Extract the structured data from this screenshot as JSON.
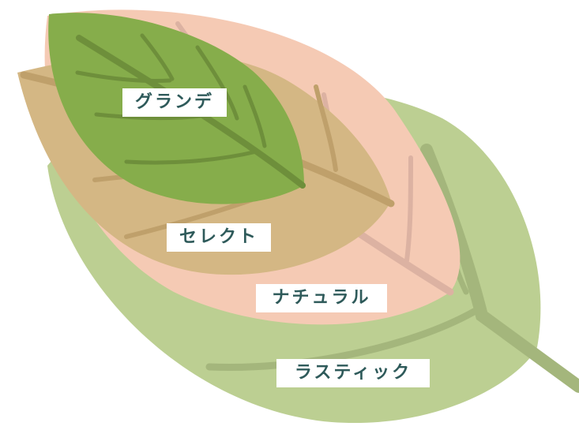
{
  "grades": [
    {
      "id": "grande",
      "label": "グランデ",
      "color": "#86ad4b",
      "vein": "#6e8f3b"
    },
    {
      "id": "select",
      "label": "セレクト",
      "color": "#d4b784",
      "vein": "#bfa06b"
    },
    {
      "id": "natural",
      "label": "ナチュラル",
      "color": "#f5cab4",
      "vein": "#dcb2a2"
    },
    {
      "id": "rustic",
      "label": "ラスティック",
      "color": "#bccf92",
      "vein": "#a4b67c"
    }
  ],
  "colors": {
    "background": "#ffffff",
    "label_text": "#2e5a5a",
    "label_bg": "#ffffff"
  }
}
